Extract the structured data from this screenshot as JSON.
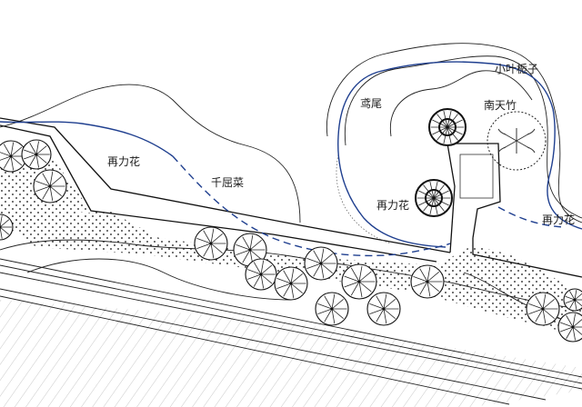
{
  "plants": {
    "zailihua_1": "再力花",
    "qianquling": "千屈菜",
    "yuanwei": "鸢尾",
    "xiaoyeheizi": "小叶栀子",
    "nantianzhu": "南天竹",
    "zailihua_2": "再力花",
    "zailihua_3": "再力花"
  },
  "colors": {
    "line": "#222222",
    "water_edge": "#1f3f8f",
    "background": "#ffffff"
  }
}
